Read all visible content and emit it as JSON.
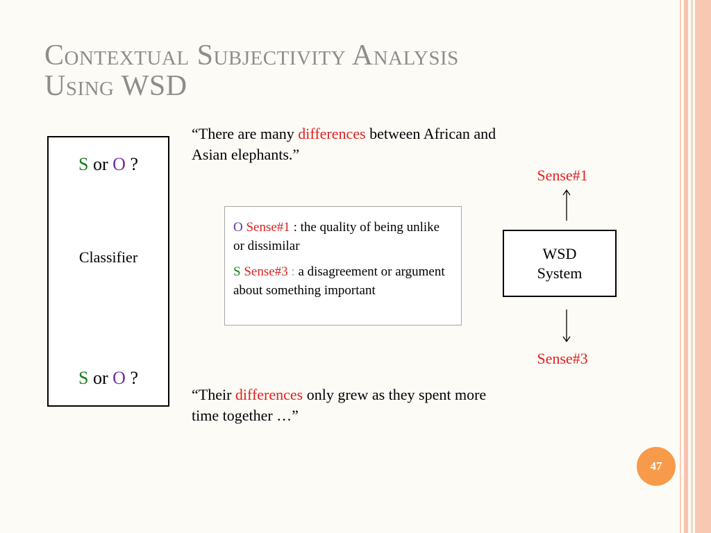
{
  "slide": {
    "title_line1": "Contextual Subjectivity Analysis",
    "title_line2": "Using WSD",
    "page_number": "47"
  },
  "classifier": {
    "s": "S",
    "or": "or",
    "o": "O",
    "q": "?",
    "label": "Classifier"
  },
  "quote_top": {
    "before": "“There are many ",
    "highlight": "differences",
    "after": " between African and Asian elephants.”"
  },
  "quote_bottom": {
    "before": "“Their ",
    "highlight": "differences",
    "after": " only grew as they spent more time together …”"
  },
  "senses": [
    {
      "tag": "O",
      "sense": "Sense#1",
      "sep": " :",
      "gloss": " the quality of being unlike or dissimilar"
    },
    {
      "tag": "S",
      "sense": "Sense#3",
      "sep": " :",
      "gloss": " a disagreement or argument about something important"
    }
  ],
  "wsd": {
    "line1": "WSD",
    "line2": "System",
    "sense_up": "Sense#1",
    "sense_down": "Sense#3"
  },
  "colors": {
    "subjective": "#1a7f1a",
    "objective": "#7030a0",
    "highlight": "#e02020",
    "title": "#8d8d8d",
    "badge": "#f79a4a"
  }
}
